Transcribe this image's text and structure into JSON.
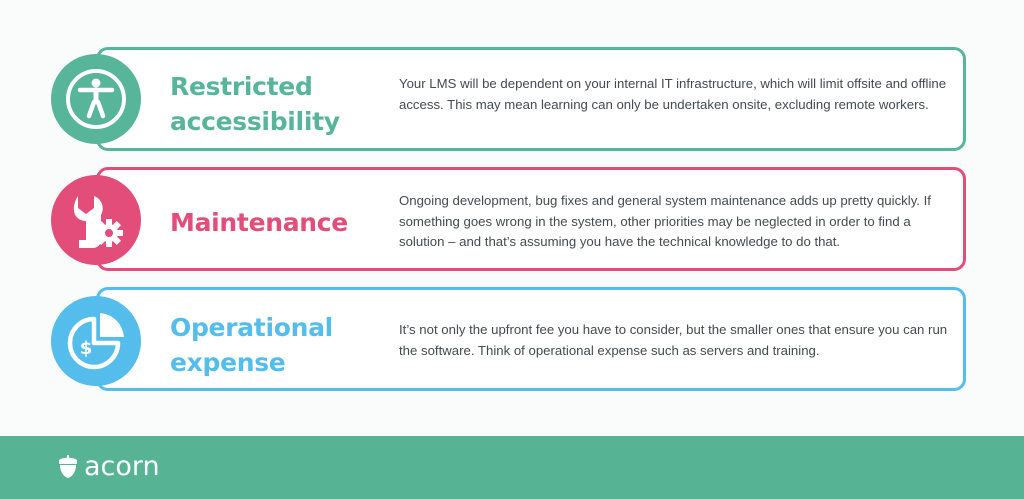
{
  "colors": {
    "green": "#57b59a",
    "pink": "#e34d79",
    "blue": "#54bdec",
    "footer": "#56b394"
  },
  "items": [
    {
      "title_line1": "Restricted",
      "title_line2": "accessibility",
      "icon": "accessibility-person-icon",
      "description": "Your LMS will be dependent on your internal IT infrastructure, which will limit offsite and offline access. This may mean learning can only be undertaken onsite, excluding remote workers."
    },
    {
      "title_line1": "Maintenance",
      "icon": "wrench-gear-icon",
      "description": "Ongoing development, bug fixes and general system maintenance adds up pretty quickly. If something goes wrong in the system, other priorities may be neglected in order to find a solution – and that’s assuming you have the technical knowledge to do that."
    },
    {
      "title_line1": "Operational",
      "title_line2": "expense",
      "icon": "pie-chart-dollar-icon",
      "description": "It’s not only the upfront fee you have to consider, but the smaller ones that ensure you can run the software. Think of operational expense such as servers and training."
    }
  ],
  "footer": {
    "brand": "acorn",
    "icon": "acorn-icon"
  }
}
